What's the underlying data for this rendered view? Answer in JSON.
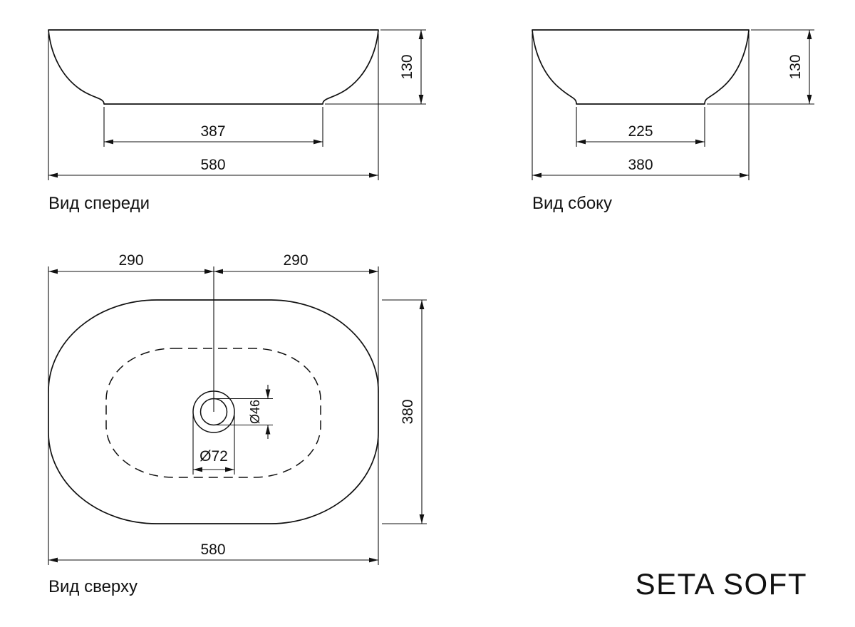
{
  "product_name": "SETA SOFT",
  "views": {
    "front": {
      "label": "Вид спереди",
      "dims": {
        "overall_width": "580",
        "bottom_width": "387",
        "height": "130"
      }
    },
    "side": {
      "label": "Вид сбоку",
      "dims": {
        "overall_width": "380",
        "bottom_width": "225",
        "height": "130"
      }
    },
    "top": {
      "label": "Вид сверху",
      "dims": {
        "left_half": "290",
        "right_half": "290",
        "overall_depth": "380",
        "overall_width": "580",
        "drain_outer": "Ø72",
        "drain_inner": "Ø46"
      }
    }
  }
}
